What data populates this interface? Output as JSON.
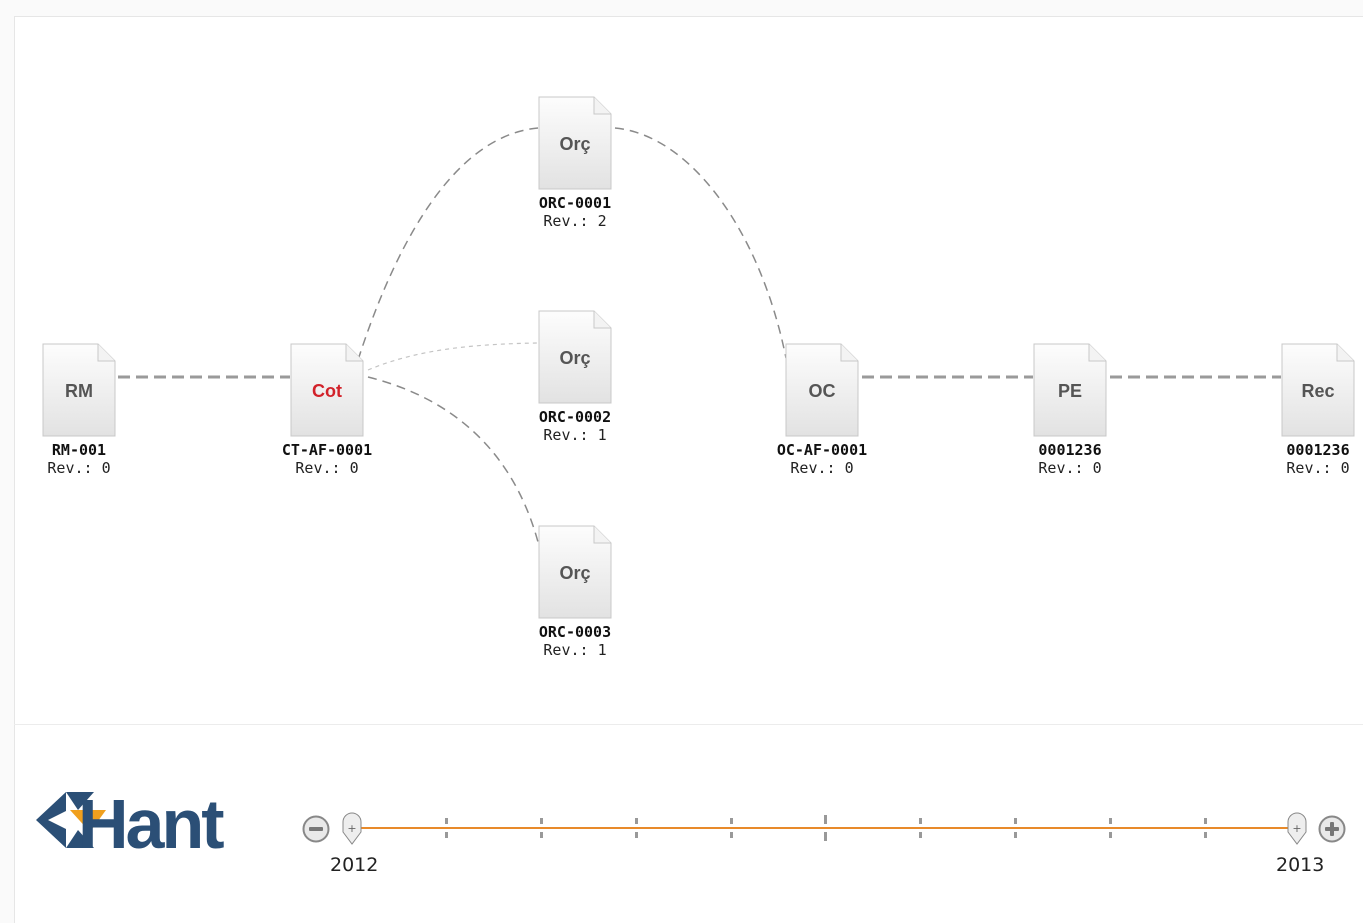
{
  "nodes": [
    {
      "id": "rm",
      "icon_label": "RM",
      "code": "RM-001",
      "rev": "Rev.: 0"
    },
    {
      "id": "cot",
      "icon_label": "Cot",
      "code": "CT-AF-0001",
      "rev": "Rev.: 0"
    },
    {
      "id": "orc1",
      "icon_label": "Orç",
      "code": "ORC-0001",
      "rev": "Rev.: 2"
    },
    {
      "id": "orc2",
      "icon_label": "Orç",
      "code": "ORC-0002",
      "rev": "Rev.: 1"
    },
    {
      "id": "orc3",
      "icon_label": "Orç",
      "code": "ORC-0003",
      "rev": "Rev.: 1"
    },
    {
      "id": "oc",
      "icon_label": "OC",
      "code": "OC-AF-0001",
      "rev": "Rev.: 0"
    },
    {
      "id": "pe",
      "icon_label": "PE",
      "code": "0001236",
      "rev": "Rev.: 0"
    },
    {
      "id": "rec",
      "icon_label": "Rec",
      "code": "0001236",
      "rev": "Rev.: 0"
    }
  ],
  "timeline": {
    "start_year": "2012",
    "end_year": "2013",
    "zoom_out_icon": "minus-circle-icon",
    "zoom_in_icon": "plus-circle-icon"
  },
  "logo": {
    "text": "Hant"
  },
  "colors": {
    "timeline": "#e88a2a",
    "cot_label": "#d2222a",
    "logo_blue": "#2b4f76",
    "logo_orange": "#f0a01e"
  }
}
